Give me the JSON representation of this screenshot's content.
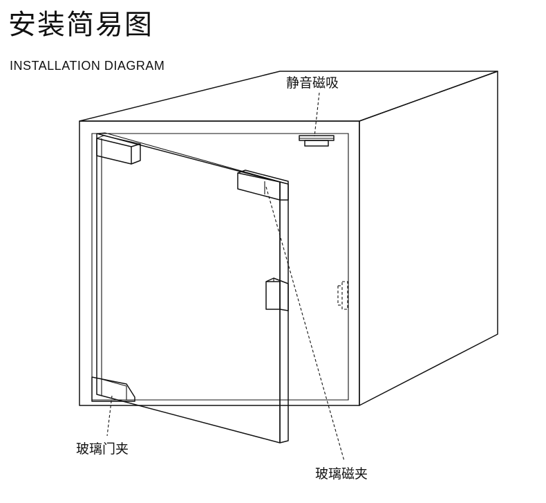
{
  "title": "安装简易图",
  "subtitle": "INSTALLATION DIAGRAM",
  "labels": {
    "silent_magnet": "静音磁吸",
    "glass_door_clamp": "玻璃门夹",
    "glass_magnetic_clamp": "玻璃磁夹"
  },
  "colors": {
    "line": "#111111",
    "background": "#ffffff"
  }
}
